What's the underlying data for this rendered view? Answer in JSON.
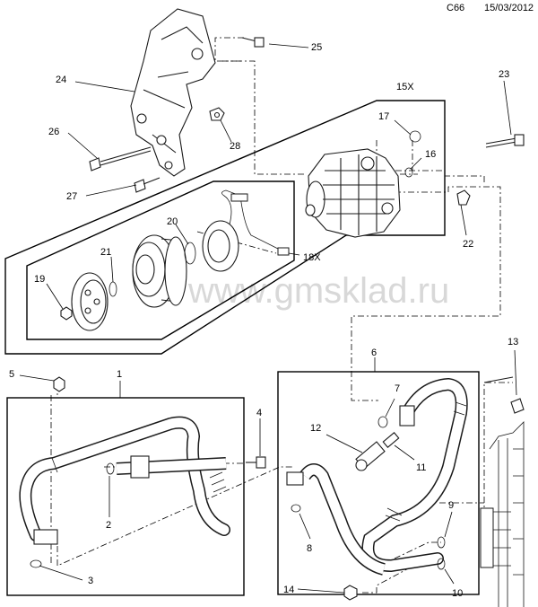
{
  "header": {
    "code": "C66",
    "date": "15/03/2012"
  },
  "watermark": "www.gmsklad.ru",
  "callouts": {
    "c1": "1",
    "c2": "2",
    "c3": "3",
    "c4": "4",
    "c5": "5",
    "c6": "6",
    "c7": "7",
    "c8": "8",
    "c9": "9",
    "c10": "10",
    "c11": "11",
    "c12": "12",
    "c13": "13",
    "c14": "14",
    "c15x": "15X",
    "c16": "16",
    "c17": "17",
    "c18x": "18X",
    "c19": "19",
    "c20": "20",
    "c21": "21",
    "c22": "22",
    "c23": "23",
    "c24": "24",
    "c25": "25",
    "c26": "26",
    "c27": "27",
    "c28": "28"
  }
}
